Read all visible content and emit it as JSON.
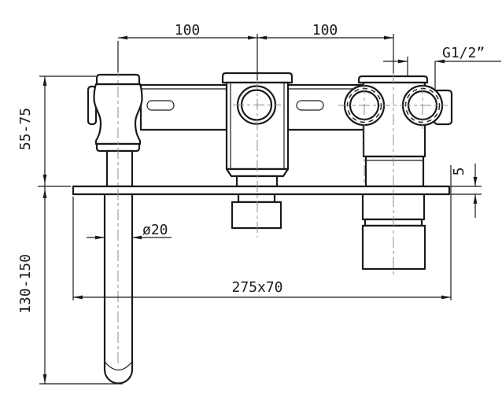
{
  "drawing": {
    "title": "wall-mounted bath mixer installation dimensions",
    "dimensions": {
      "spacing_left": "100",
      "spacing_right": "100",
      "thread": "G1/2”",
      "depth_range": "55-75",
      "plate_thickness": "5",
      "spout_diameter": "ø20",
      "spout_drop": "130-150",
      "plate_size": "275x70"
    },
    "colors": {
      "line": "#1a1a1a",
      "centerline": "#8c8c8c",
      "background": "#ffffff"
    }
  }
}
